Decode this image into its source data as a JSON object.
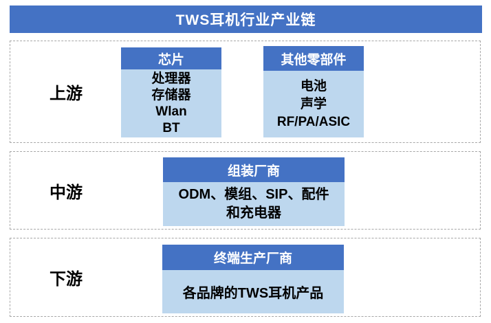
{
  "title": "TWS耳机行业产业链",
  "colors": {
    "header_blue": "#4472C4",
    "body_light_blue": "#BDD7EE",
    "dashed_border_gray": "#A6A6A6",
    "title_text": "#FFFFFF",
    "body_text": "#000000"
  },
  "sections": [
    {
      "label": "上游",
      "boxes": [
        {
          "header": "芯片",
          "lines": [
            "处理器",
            "存储器",
            "Wlan",
            "BT"
          ]
        },
        {
          "header": "其他零部件",
          "lines": [
            "电池",
            "声学",
            "RF/PA/ASIC"
          ]
        }
      ]
    },
    {
      "label": "中游",
      "boxes": [
        {
          "header": "组装厂商",
          "lines": [
            "ODM、模组、SIP、配件",
            "和充电器"
          ]
        }
      ]
    },
    {
      "label": "下游",
      "boxes": [
        {
          "header": "终端生产厂商",
          "lines": [
            "各品牌的TWS耳机产品"
          ]
        }
      ]
    }
  ]
}
